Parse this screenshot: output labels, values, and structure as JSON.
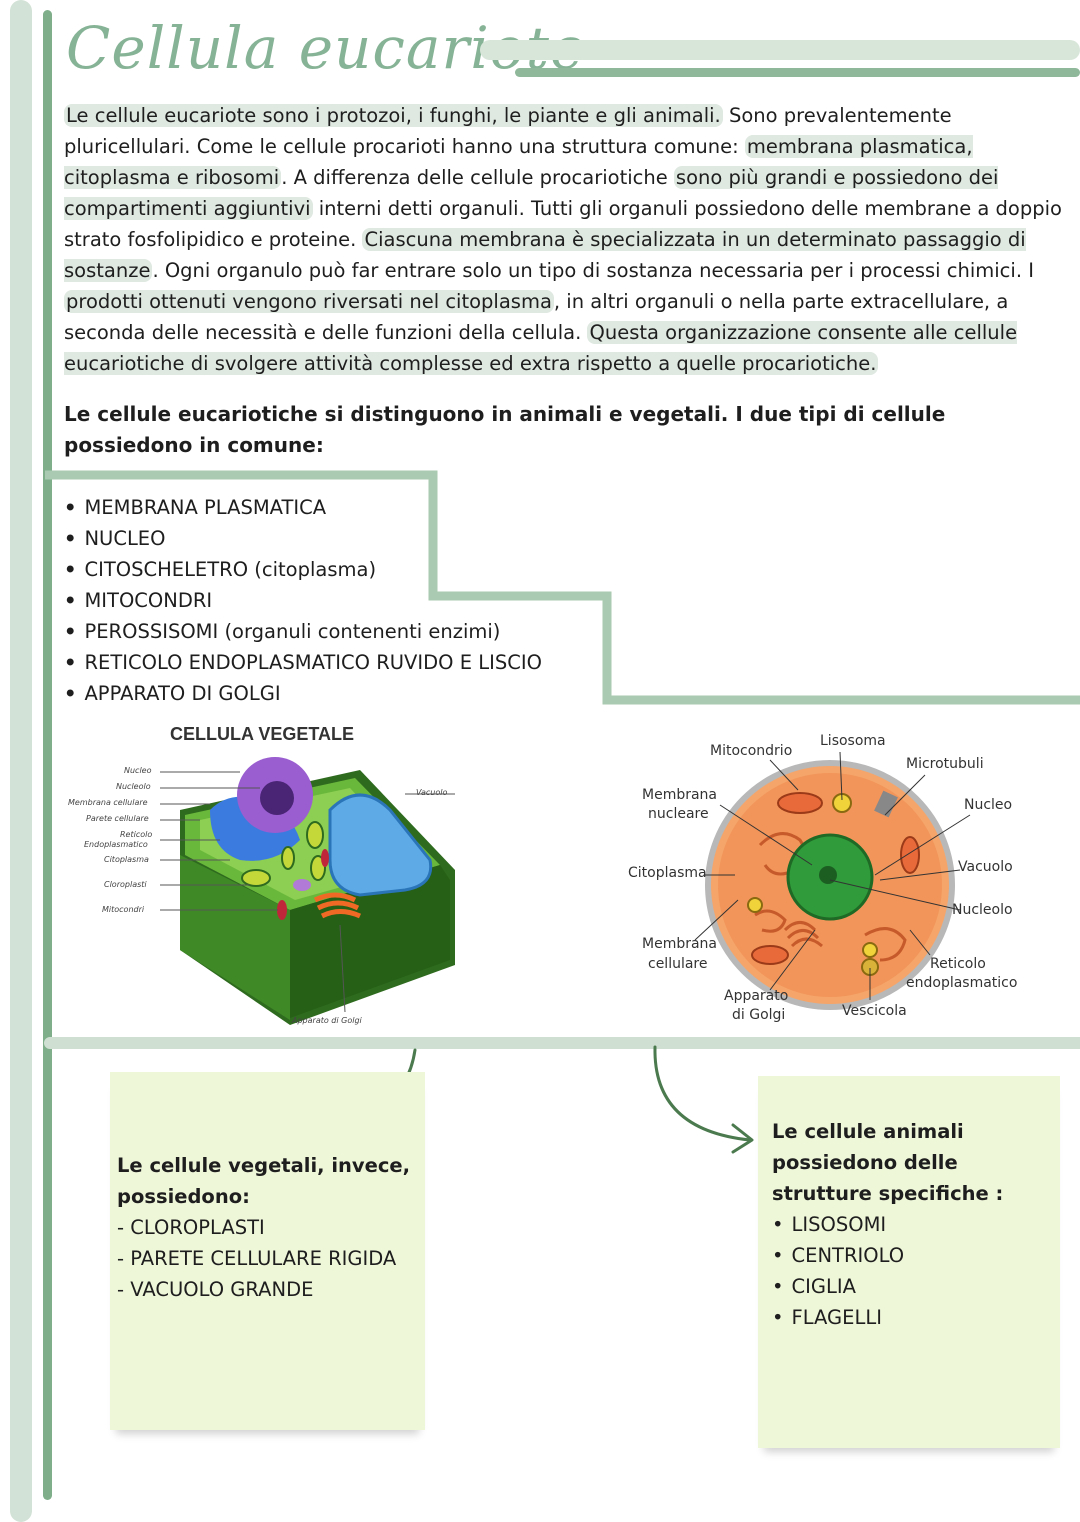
{
  "title": "Cellula eucariote",
  "intro": {
    "s1": "Le cellule eucariote sono i protozoi, i funghi, le piante e gli animali.",
    "s2": " Sono prevalentemente pluricellulari. Come le cellule procarioti hanno una struttura comune: ",
    "s3": "membrana plasmatica, citoplasma e ribosomi",
    "s4": ". A differenza delle cellule procariotiche ",
    "s5": "sono più grandi e possiedono dei compartimenti aggiuntivi",
    "s6": " interni detti organuli. Tutti gli organuli possiedono delle membrane a doppio strato fosfolipidico e proteine. ",
    "s7": "Ciascuna membrana è specializzata in un determinato passaggio di sostanze",
    "s8": ". Ogni organulo può far entrare solo un tipo di sostanza necessaria per i processi chimici. I ",
    "s9": "prodotti ottenuti vengono riversati nel citoplasma",
    "s10": ", in altri organuli o nella parte extracellulare, a seconda delle necessità e delle funzioni della cellula. ",
    "s11": "Questa organizzazione consente alle cellule eucariotiche di svolgere attività complesse ed extra rispetto a quelle procariotiche."
  },
  "common_intro": "Le cellule eucariotiche si distinguono in animali e vegetali. I due tipi di cellule possiedono in comune:",
  "common_list": [
    "MEMBRANA PLASMATICA",
    "NUCLEO",
    "CITOSCHELETRO (citoplasma)",
    "MITOCONDRI",
    "PEROSSISOMI (organuli contenenti enzimi)",
    "RETICOLO ENDOPLASMATICO RUVIDO E LISCIO",
    "APPARATO DI GOLGI"
  ],
  "plant_diagram": {
    "title": "CELLULA VEGETALE",
    "labels": [
      "Nucleo",
      "Nucleolo",
      "Membrana cellulare",
      "Parete cellulare",
      "Reticolo",
      "Endoplasmatico",
      "Citoplasma",
      "Cloroplasti",
      "Mitocondri",
      "Vacuolo",
      "Apparato di Golgi"
    ]
  },
  "animal_diagram": {
    "labels": {
      "mitocondrio": "Mitocondrio",
      "lisosoma": "Lisosoma",
      "microtubuli": "Microtubuli",
      "membrana_nucleare_1": "Membrana",
      "membrana_nucleare_2": "nucleare",
      "nucleo": "Nucleo",
      "citoplasma": "Citoplasma",
      "vacuolo": "Vacuolo",
      "nucleolo": "Nucleolo",
      "membrana_cellulare_1": "Membrana",
      "membrana_cellulare_2": "cellulare",
      "reticolo_1": "Reticolo",
      "reticolo_2": "endoplasmatico",
      "apparato_1": "Apparato",
      "apparato_2": "di Golgi",
      "vescicola": "Vescicola"
    }
  },
  "plant_note": {
    "heading": "Le cellule vegetali, invece, possiedono:",
    "items": [
      "CLOROPLASTI",
      "PARETE CELLULARE RIGIDA",
      "VACUOLO GRANDE"
    ]
  },
  "animal_note": {
    "heading": "Le cellule animali possiedono delle strutture specifiche :",
    "items": [
      "LISOSOMI",
      "CENTRIOLO",
      "CIGLIA",
      "FLAGELLI"
    ]
  },
  "colors": {
    "accent_green": "#86b395",
    "highlight": "#dfe8e1",
    "note_bg": "#eff7d9",
    "arrow": "#4b7a4e"
  }
}
